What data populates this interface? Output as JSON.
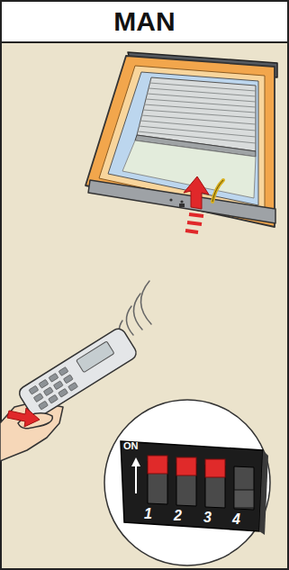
{
  "diagram": {
    "title": "MAN",
    "labels": [
      "ON",
      "1",
      "2",
      "3",
      "4"
    ]
  }
}
